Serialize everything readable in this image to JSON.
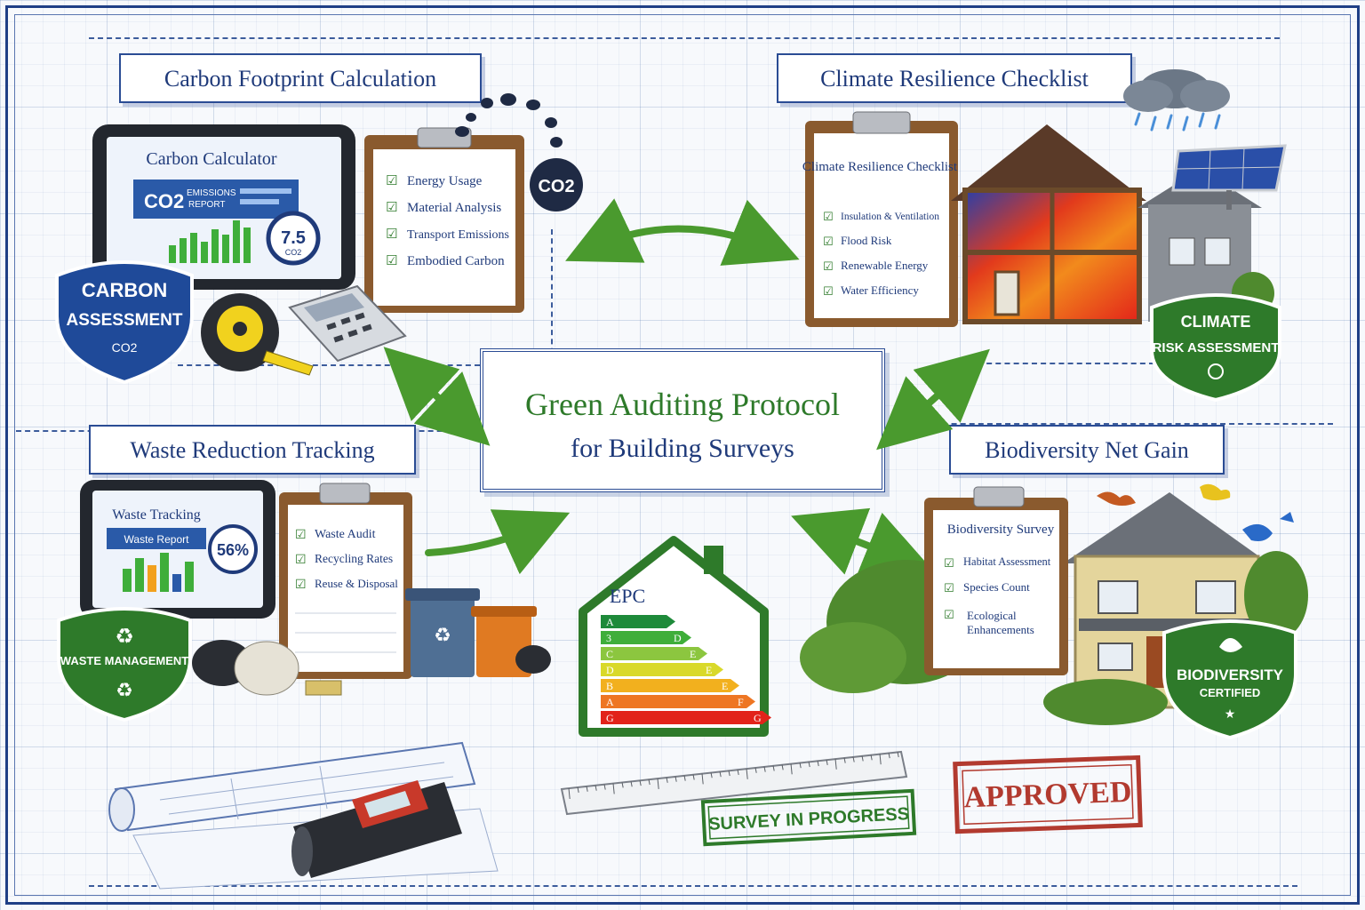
{
  "diagram": {
    "central": {
      "title": "Green Auditing Protocol",
      "subtitle": "for Building Surveys"
    },
    "sections": {
      "carbon": {
        "title": "Carbon Footprint Calculation",
        "tablet": {
          "title": "Carbon Calculator",
          "co2": "CO2",
          "emissions": "EMISSIONS",
          "report": "REPORT",
          "value": "7.5",
          "unit": "CO2"
        },
        "checklist": [
          "Energy Usage",
          "Material Analysis",
          "Transport Emissions",
          "Embodied Carbon"
        ],
        "footprint_label": "CO2",
        "badge": {
          "line1": "CARBON",
          "line2": "ASSESSMENT",
          "line3": "CO2"
        }
      },
      "climate": {
        "title": "Climate Resilience Checklist",
        "checklist_title": "Climate Resilience Checklist",
        "checklist": [
          "Insulation & Ventilation",
          "Flood Risk",
          "Renewable Energy",
          "Water Efficiency"
        ],
        "badge": {
          "line1": "CLIMATE",
          "line2": "RISK ASSESSMENT"
        }
      },
      "waste": {
        "title": "Waste Reduction Tracking",
        "tablet": {
          "title": "Waste Tracking",
          "report": "Waste Report",
          "value": "56%"
        },
        "checklist": [
          "Waste Audit",
          "Recycling Rates",
          "Reuse & Disposal"
        ],
        "badge": {
          "line1": "WASTE MANAGEMENT"
        }
      },
      "biodiversity": {
        "title": "Biodiversity Net Gain",
        "checklist_title": "Biodiversity Survey",
        "checklist": [
          "Habitat Assessment",
          "Species Count",
          "Ecological",
          "Enhancements"
        ],
        "badge": {
          "line1": "BIODIVERSITY",
          "line2": "CERTIFIED"
        }
      }
    },
    "epc": {
      "label": "EPC",
      "bands": [
        {
          "left": "A",
          "right": "",
          "color": "#1e8a3a"
        },
        {
          "left": "3",
          "right": "D",
          "color": "#3fae3a"
        },
        {
          "left": "C",
          "right": "E",
          "color": "#8cc63f"
        },
        {
          "left": "D",
          "right": "E",
          "color": "#d9d92a"
        },
        {
          "left": "B",
          "right": "E",
          "color": "#f2b01e"
        },
        {
          "left": "A",
          "right": "F",
          "color": "#ee7623"
        },
        {
          "left": "G",
          "right": "G",
          "color": "#e2231a"
        }
      ]
    },
    "stamps": {
      "survey": "SURVEY IN PROGRESS",
      "approved": "APPROVED"
    }
  },
  "colors": {
    "navy": "#1f3a7a",
    "green": "#2e7a2a",
    "arrow": "#4a9a2e",
    "badge_blue": "#1f4a99",
    "badge_green": "#2e7a2a",
    "stamp_red": "#b23a2f"
  }
}
